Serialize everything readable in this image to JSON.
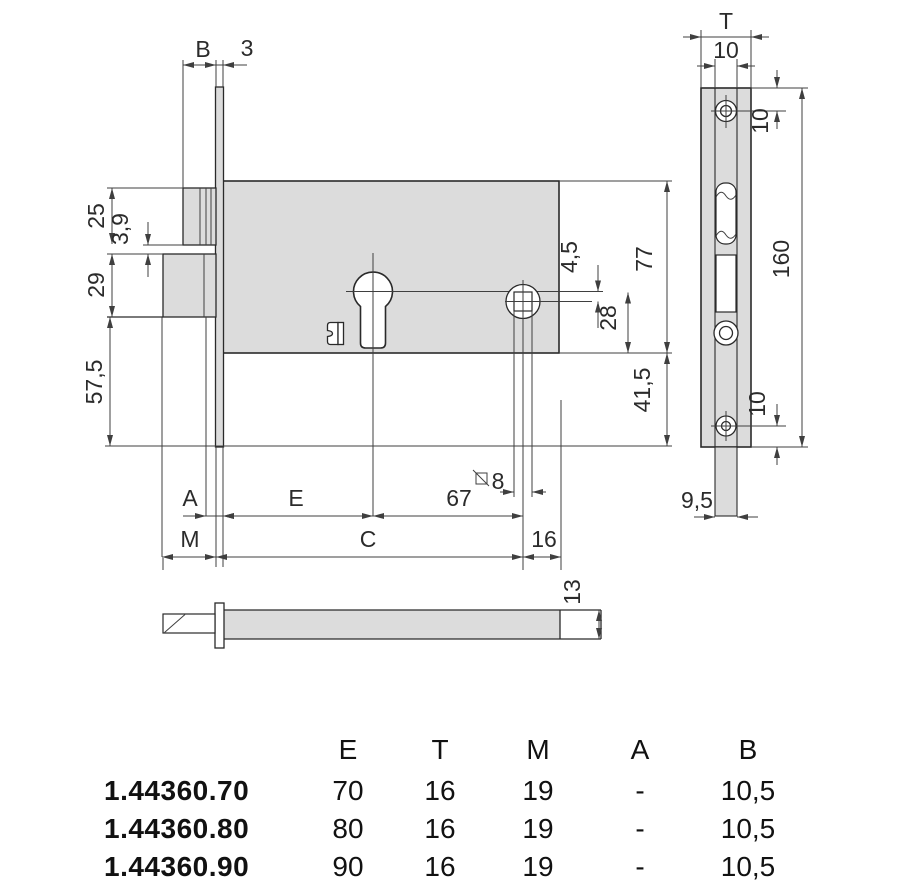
{
  "colors": {
    "fill": "#dcdcdc",
    "outline": "#2a2a2a",
    "dim_line": "#3f3f3f",
    "text": "#111111"
  },
  "front_view": {
    "labels": {
      "b": "B",
      "three": "3",
      "d25": "25",
      "d3_9": "3,9",
      "d29": "29",
      "d57_5": "57,5",
      "d4_5": "4,5",
      "d77": "77",
      "d28": "28",
      "d41_5": "41,5",
      "a": "A",
      "e": "E",
      "d67": "67",
      "m": "M",
      "c": "C",
      "d16": "16",
      "d8": "8"
    }
  },
  "side_view": {
    "labels": {
      "t": "T",
      "d10_width": "10",
      "d10_top": "10",
      "d160": "160",
      "d10_bottom": "10",
      "d9_5": "9,5"
    }
  },
  "bottom_view": {
    "labels": {
      "d13": "13"
    }
  },
  "table": {
    "headers": [
      "E",
      "T",
      "M",
      "A",
      "B"
    ],
    "rows": [
      {
        "code": "1.44360.70",
        "e": "70",
        "t": "16",
        "m": "19",
        "a": "-",
        "b": "10,5"
      },
      {
        "code": "1.44360.80",
        "e": "80",
        "t": "16",
        "m": "19",
        "a": "-",
        "b": "10,5"
      },
      {
        "code": "1.44360.90",
        "e": "90",
        "t": "16",
        "m": "19",
        "a": "-",
        "b": "10,5"
      }
    ]
  }
}
